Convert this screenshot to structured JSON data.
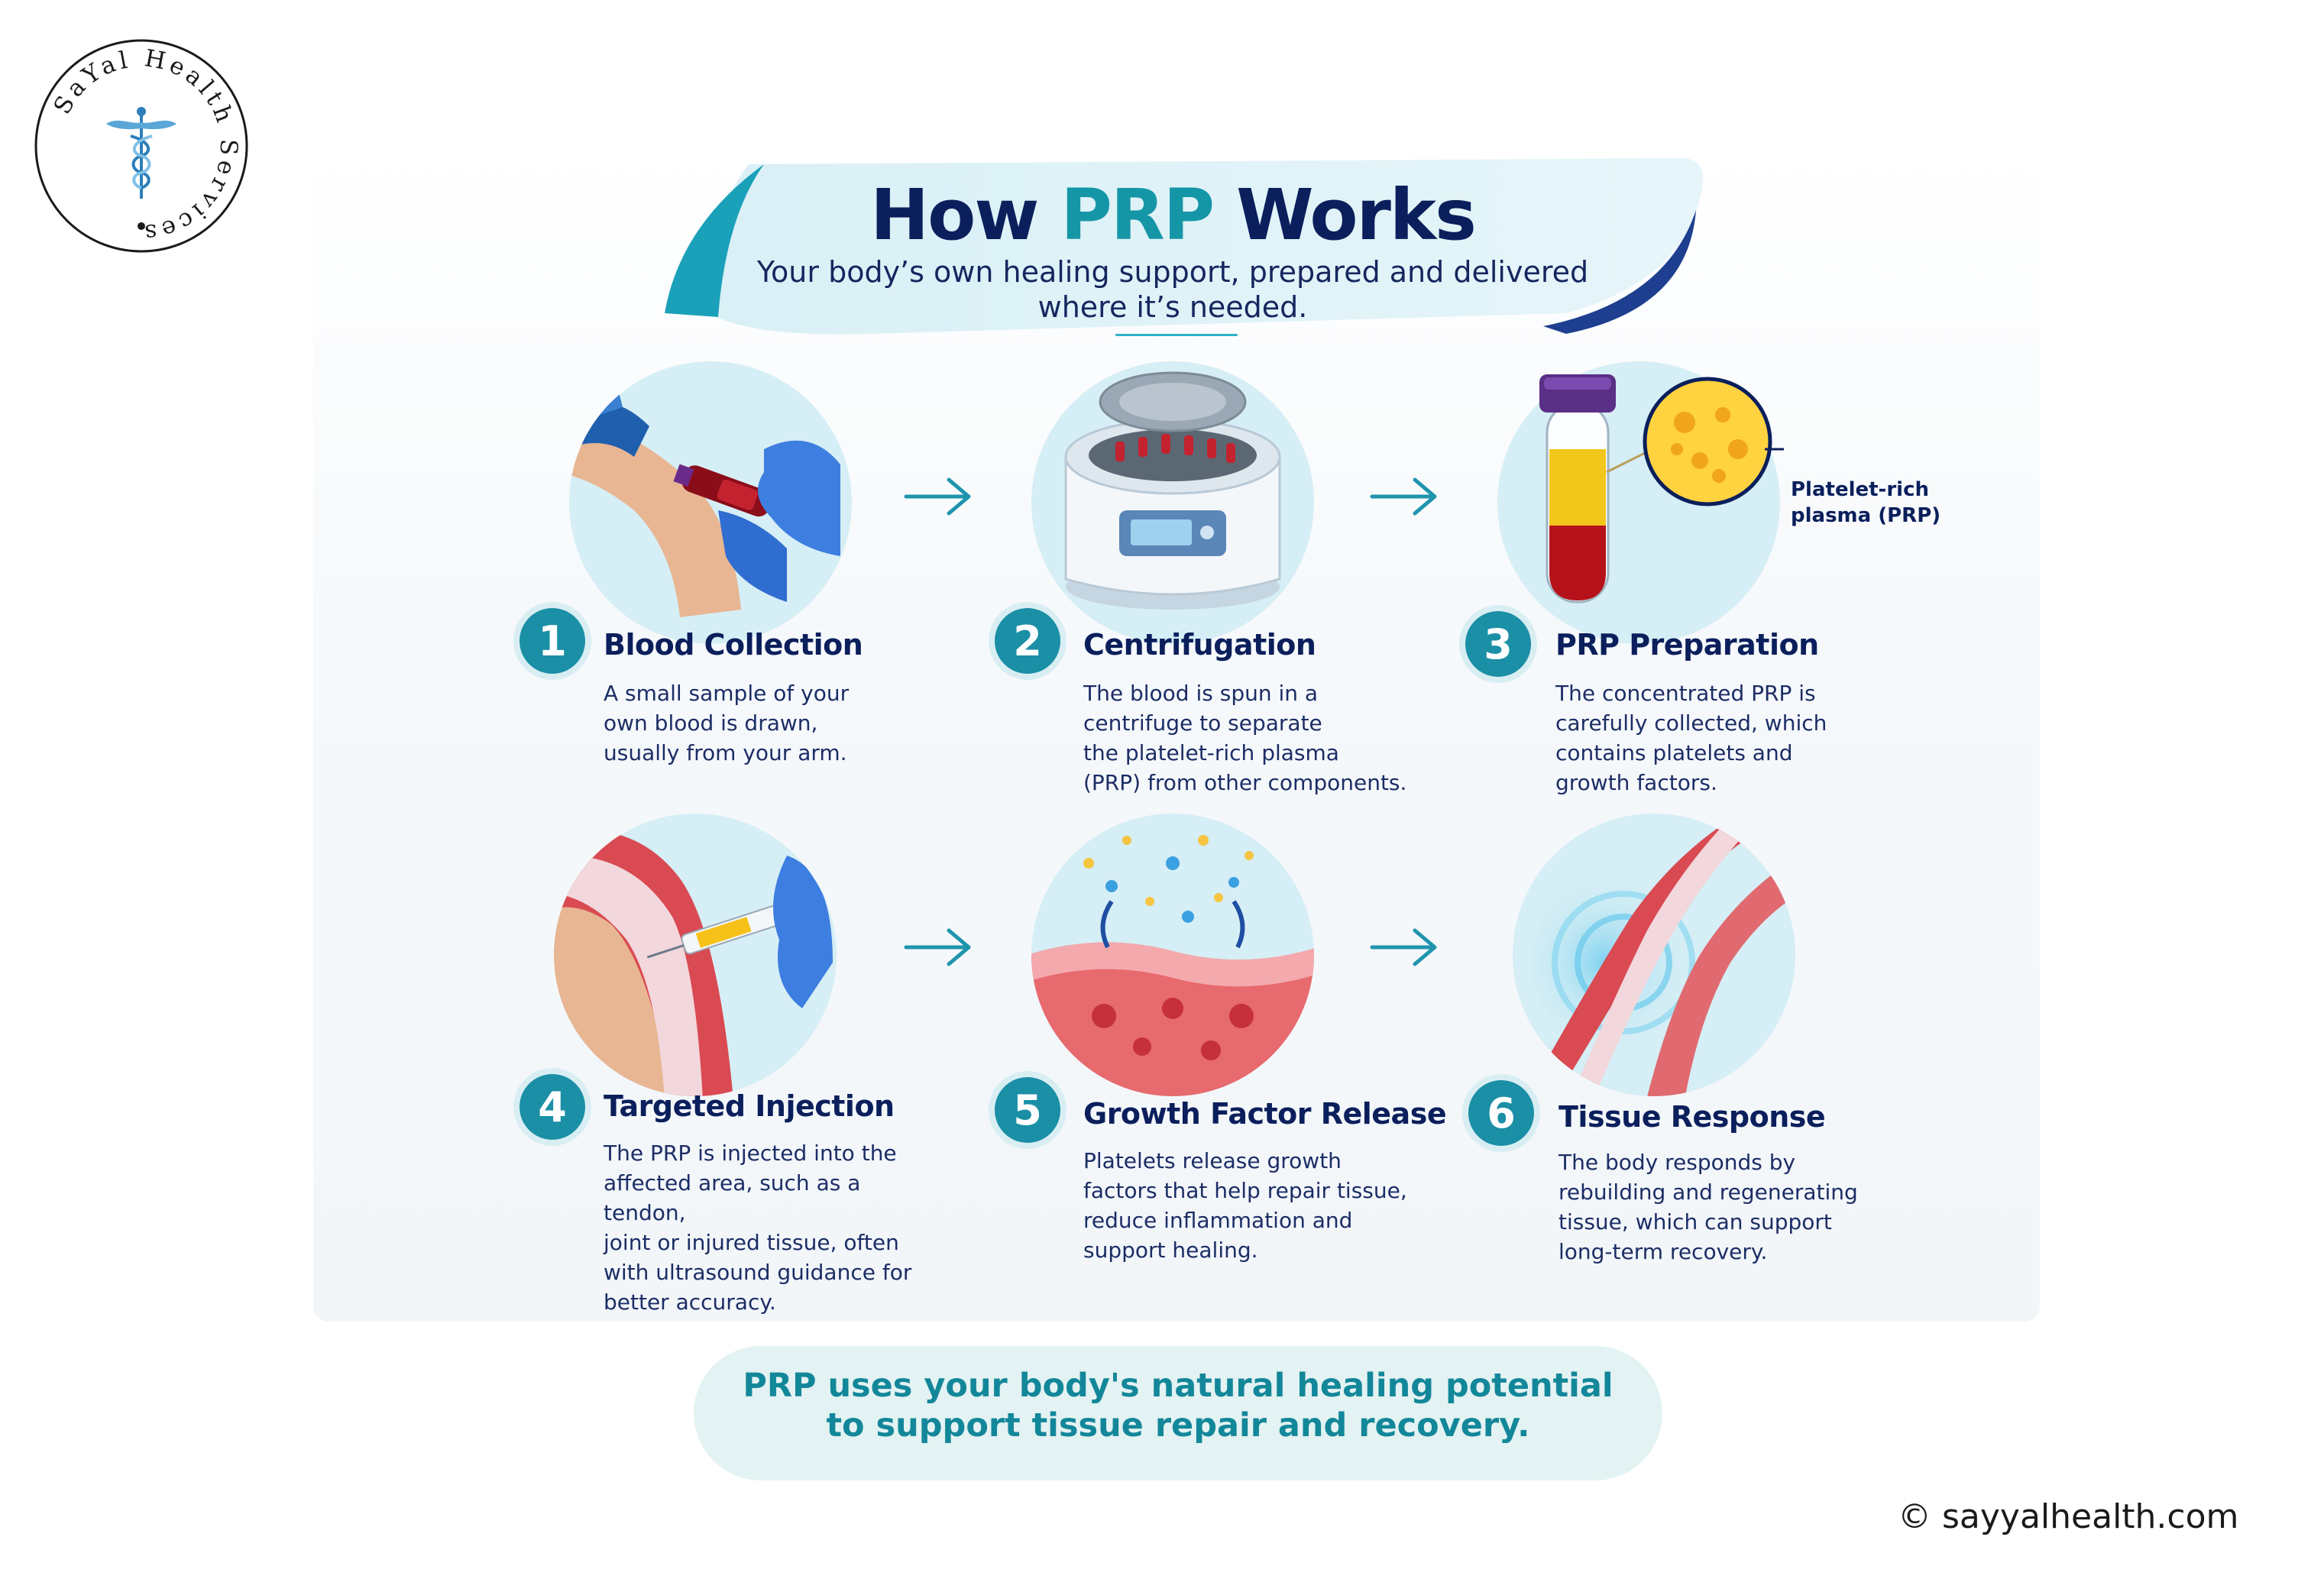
{
  "logo": {
    "text": "SaYal Health Services",
    "icon": "caduceus-icon"
  },
  "header": {
    "title_prefix": "How ",
    "title_accent": "PRP",
    "title_suffix": " Works",
    "subtitle_line1": "Your body’s own healing support, prepared and delivered",
    "subtitle_line2": "where it’s needed."
  },
  "steps": [
    {
      "number": "1",
      "title": "Blood Collection",
      "desc": [
        "A small sample of your",
        "own blood is drawn,",
        "usually from your arm."
      ],
      "icon": "blood-draw-illustration"
    },
    {
      "number": "2",
      "title": "Centrifugation",
      "desc": [
        "The blood is spun in a",
        "centrifuge to separate",
        "the platelet-rich plasma",
        "(PRP) from other components."
      ],
      "icon": "centrifuge-illustration"
    },
    {
      "number": "3",
      "title": "PRP Preparation",
      "desc": [
        "The concentrated PRP is",
        "carefully collected, which",
        "contains platelets and",
        "growth factors."
      ],
      "icon": "test-tube-illustration"
    },
    {
      "number": "4",
      "title": "Targeted Injection",
      "desc": [
        "The PRP is injected into the",
        "affected area, such as a tendon,",
        "joint or injured tissue, often",
        "with ultrasound guidance for",
        "better accuracy."
      ],
      "icon": "injection-illustration"
    },
    {
      "number": "5",
      "title": "Growth Factor Release",
      "desc": [
        "Platelets release growth",
        "factors that help repair tissue,",
        "reduce inflammation and",
        "support healing."
      ],
      "icon": "tissue-illustration"
    },
    {
      "number": "6",
      "title": "Tissue Response",
      "desc": [
        "The body responds by",
        "rebuilding and regenerating",
        "tissue, which can support",
        "long-term recovery."
      ],
      "icon": "muscle-illustration"
    }
  ],
  "callout": {
    "line1": "Platelet-rich",
    "line2": "plasma (PRP)"
  },
  "footer": {
    "line1": "PRP uses your body's natural healing potential",
    "line2": "to support tissue repair and recovery."
  },
  "copyright": {
    "symbol": "©",
    "site": "sayyalhealth.com"
  },
  "colors": {
    "navy": "#0b1f5c",
    "teal": "#1596a7",
    "badge": "#1a8fa6",
    "pill": "#e3f2f2",
    "circle_bg": "#d6eef5"
  }
}
